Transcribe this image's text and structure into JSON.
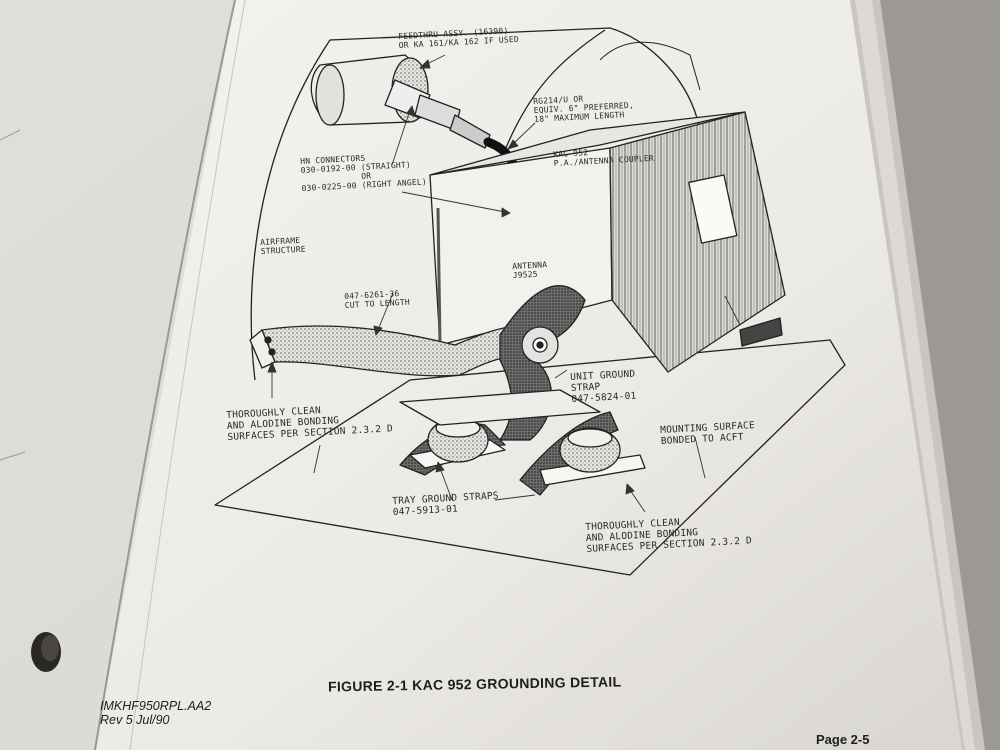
{
  "figure": {
    "caption": "FIGURE 2-1 KAC 952 GROUNDING DETAIL",
    "callouts": {
      "feedthru": "FEEDTHRU ASSY. (16390)\nOR KA 161/KA 162 IF USED",
      "rg214": "RG214/U OR\nEQUIV. 6\" PREFERRED,\n18\" MAXIMUM LENGTH",
      "kac952": "KAC 952\nP.A./ANTENNA COUPLER",
      "hn_connectors": "HN CONNECTORS\n030-0192-00 (STRAIGHT)\n            OR\n030-0225-00 (RIGHT ANGEL)",
      "airframe": "AIRFRAME\nSTRUCTURE",
      "antenna": "ANTENNA\nJ9525",
      "cut_to_length": "047-6261-36\nCUT TO LENGTH",
      "unit_ground_strap": "UNIT GROUND\nSTRAP\n047-5824-01",
      "clean_left": "THOROUGHLY CLEAN\nAND ALODINE BONDING\nSURFACES PER SECTION 2.3.2 D",
      "mounting_surface": "MOUNTING SURFACE\nBONDED TO ACFT",
      "tray_straps": "TRAY GROUND STRAPS\n047-5913-01",
      "clean_right": "THOROUGHLY CLEAN\nAND ALODINE BONDING\nSURFACES PER SECTION 2.3.2 D"
    }
  },
  "footer": {
    "doc_id": "IMKHF950RPL.AA2",
    "revision": "Rev 5 Jul/90",
    "page": "Page 2-5"
  }
}
